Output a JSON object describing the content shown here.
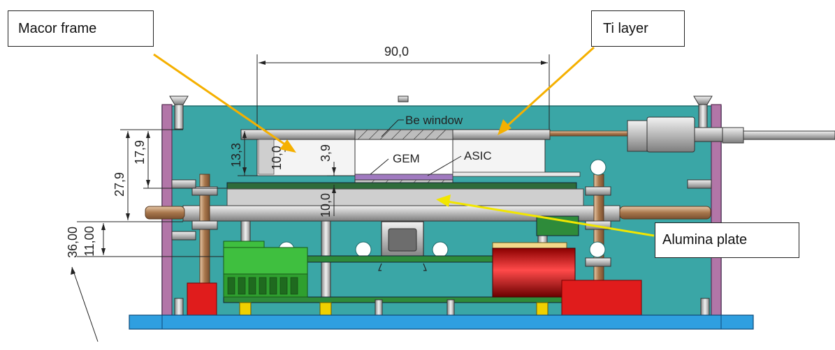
{
  "callouts": {
    "macor_frame": "Macor frame",
    "ti_layer": "Ti layer",
    "alumina_plate": "Alumina plate"
  },
  "labels": {
    "be_window": "Be window",
    "gem": "GEM",
    "asic": "ASIC"
  },
  "dimensions": {
    "width_90": "90,0",
    "d_13_3": "13,3",
    "d_10_0_a": "10,0",
    "d_3_9": "3,9",
    "d_10_0_b": "10,0",
    "d_17_9": "17,9",
    "d_27_9": "27,9",
    "d_11_00": "11,00",
    "d_36_00": "36,00"
  },
  "colors": {
    "enclosure_teal": "#3aa6a6",
    "side_wall_purple": "#b276a8",
    "base_blue": "#2f9fe0",
    "arrow_orange": "#f5b000",
    "arrow_yellow": "#f2e600",
    "pcb_green": "#2e8b3a",
    "connector_green": "#3fbf3f",
    "capacitor_red": "#c81818"
  }
}
